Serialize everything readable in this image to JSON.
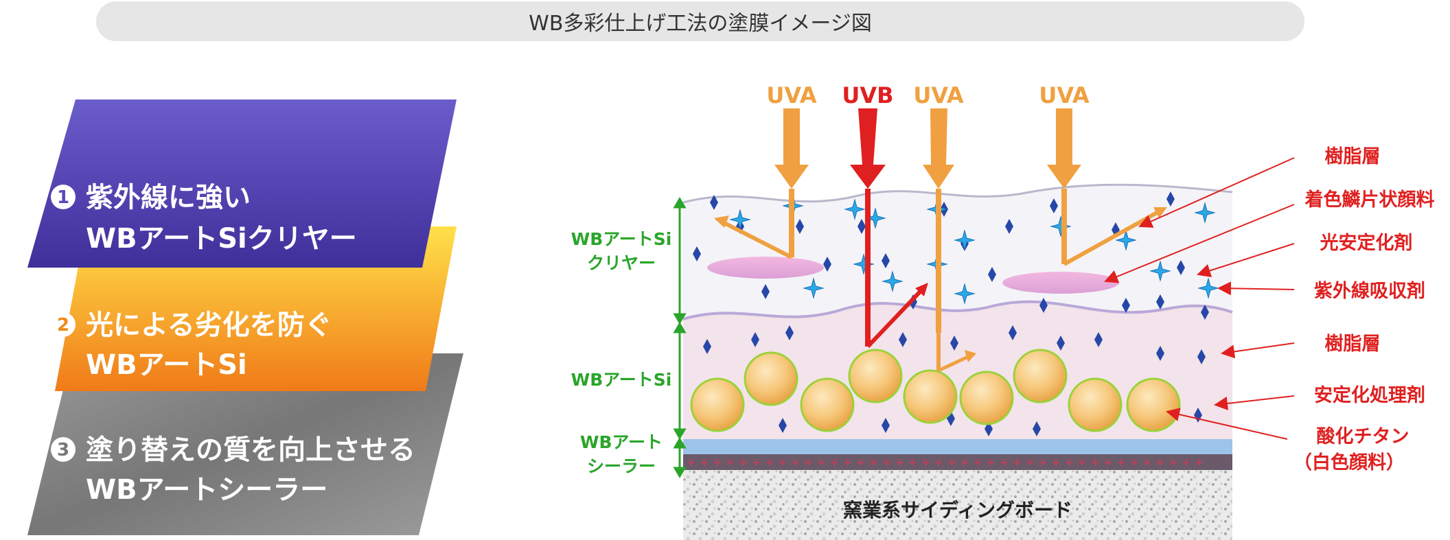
{
  "title": "WB多彩仕上げ工法の塗膜イメージ図",
  "layers": [
    {
      "num": "1",
      "line1": "紫外線に強い",
      "line2": "WBアートSiクリヤー"
    },
    {
      "num": "2",
      "line1": "光による劣化を防ぐ",
      "line2": "WBアートSi"
    },
    {
      "num": "3",
      "line1": "塗り替えの質を向上させる",
      "line2": "WBアートシーラー"
    }
  ],
  "uv_labels": [
    "UVA",
    "UVB",
    "UVA",
    "UVA"
  ],
  "left_labels": {
    "clear": [
      "WBアートSi",
      "クリヤー"
    ],
    "si": [
      "WBアートSi"
    ],
    "sealer": [
      "WBアート",
      "シーラー"
    ]
  },
  "substrate_label": "窯業系サイディングボード",
  "right_labels": {
    "resin1": "樹脂層",
    "pigment_flake": "着色鱗片状顔料",
    "light_stabilizer": "光安定化剤",
    "uv_absorber": "紫外線吸収剤",
    "resin2": "樹脂層",
    "stabilizing_agent": "安定化処理剤",
    "titanium_line1": "酸化チタン",
    "titanium_line2": "（白色顔料）"
  },
  "colors": {
    "uva": "#f0a040",
    "uvb": "#e02020",
    "green_label": "#2aa52a",
    "red_label": "#e02020",
    "layer1": "#5a49b8",
    "layer2": "#f5a020",
    "layer3": "#8a8a8a"
  }
}
